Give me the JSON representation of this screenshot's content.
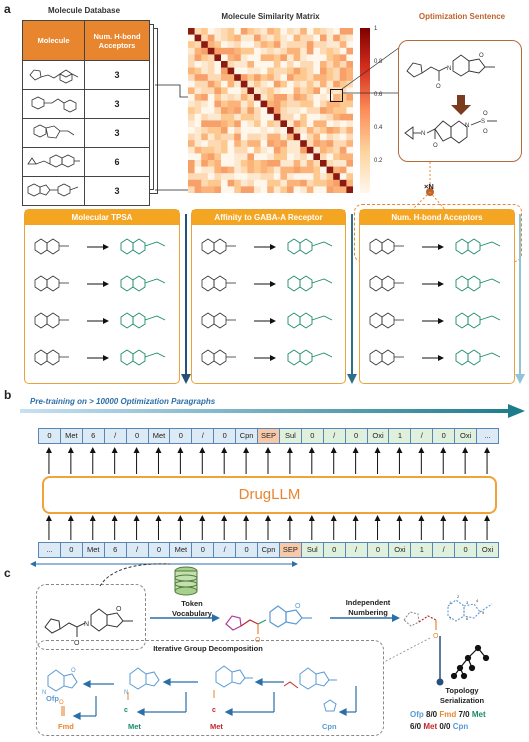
{
  "panels": {
    "a": "a",
    "b": "b",
    "c": "c"
  },
  "panel_a": {
    "db_title": "Molecule Database",
    "db_headers": [
      "Molecule",
      "Num. H-bond Acceptors"
    ],
    "db_values": [
      "3",
      "3",
      "3",
      "6",
      "3"
    ],
    "matrix_title": "Molecule Similarity Matrix",
    "colorbar_ticks": [
      "1",
      "0.8",
      "0.6",
      "0.4",
      "0.2"
    ],
    "opt_title": "Optimization Sentence",
    "repeat_label": "×N",
    "boxes": [
      "Molecular TPSA",
      "Affinity to GABA-A Receptor",
      "Num. H-bond Acceptors"
    ]
  },
  "panel_b": {
    "pretrain_label": "Pre-training on > 10000 Optimization Paragraphs",
    "top_tokens": [
      "0",
      "Met",
      "6",
      "/",
      "0",
      "Met",
      "0",
      "/",
      "0",
      "Cpn",
      "SEP",
      "Sul",
      "0",
      "/",
      "0",
      "Oxi",
      "1",
      "/",
      "0",
      "Oxi",
      "..."
    ],
    "model_name": "DrugLLM",
    "bottom_tokens": [
      "...",
      "0",
      "Met",
      "6",
      "/",
      "0",
      "Met",
      "0",
      "/",
      "0",
      "Cpn",
      "SEP",
      "Sul",
      "0",
      "/",
      "0",
      "Oxi",
      "1",
      "/",
      "0",
      "Oxi"
    ]
  },
  "panel_c": {
    "token_vocab": "Token Vocabulary",
    "indep_numbering": "Independent Numbering",
    "iter_title": "Iterative Group Decomposition",
    "topo": "Topology Serialization",
    "groups": [
      "Ofp",
      "Fmd",
      "Met",
      "Met",
      "Cpn"
    ],
    "serial_line1": [
      {
        "t": "Ofp",
        "c": "#5a9bd4"
      },
      {
        "t": " 8/0 ",
        "c": "#222"
      },
      {
        "t": "Fmd",
        "c": "#e8862f"
      },
      {
        "t": " 7/0 ",
        "c": "#222"
      },
      {
        "t": "Met",
        "c": "#1a8a6a"
      }
    ],
    "serial_line2": [
      {
        "t": "6/0 ",
        "c": "#222"
      },
      {
        "t": "Met",
        "c": "#c0282d"
      },
      {
        "t": " 0/0 ",
        "c": "#222"
      },
      {
        "t": "Cpn",
        "c": "#5a9bd4"
      }
    ]
  },
  "colors": {
    "accent": "#e8862f",
    "blue": "#2b6ea8",
    "token_blue": "#dceaf6",
    "token_green": "#dff0dc",
    "sep": "#f7c9a8"
  }
}
